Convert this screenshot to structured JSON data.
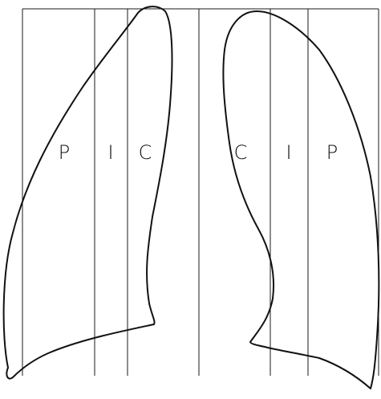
{
  "labels": {
    "right_lung": {
      "peripheral": "P",
      "intermediate": "I",
      "central": "C"
    },
    "left_lung": {
      "central": "C",
      "intermediate": "I",
      "peripheral": "P"
    }
  },
  "colors": {
    "lines": "#1a1a1a",
    "outline": "#111111",
    "background": "#ffffff"
  }
}
